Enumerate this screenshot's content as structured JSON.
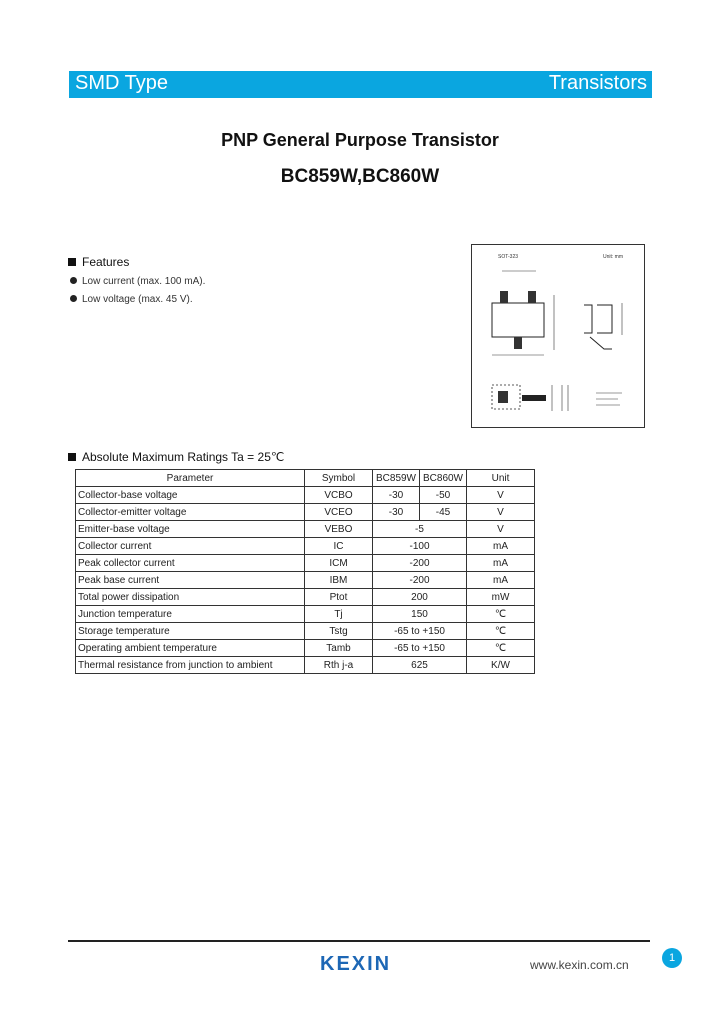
{
  "header": {
    "left": "SMD Type",
    "right": "Transistors"
  },
  "title": {
    "line1": "PNP General Purpose Transistor",
    "line2": "BC859W,BC860W"
  },
  "features": {
    "heading": "Features",
    "items": [
      "Low current (max. 100 mA).",
      "Low voltage (max. 45 V)."
    ]
  },
  "package": {
    "name": "SOT-323",
    "unit": "Unit: mm"
  },
  "ratings": {
    "heading": "Absolute Maximum Ratings Ta = 25℃",
    "columns": [
      "Parameter",
      "Symbol",
      "BC859W",
      "BC860W",
      "Unit"
    ],
    "rows": [
      {
        "param": "Collector-base voltage",
        "symbol": "VCBO",
        "v1": "-30",
        "v2": "-50",
        "unit": "V"
      },
      {
        "param": "Collector-emitter voltage",
        "symbol": "VCEO",
        "v1": "-30",
        "v2": "-45",
        "unit": "V"
      },
      {
        "param": "Emitter-base voltage",
        "symbol": "VEBO",
        "value": "-5",
        "unit": "V"
      },
      {
        "param": "Collector current",
        "symbol": "IC",
        "value": "-100",
        "unit": "mA"
      },
      {
        "param": "Peak collector current",
        "symbol": "ICM",
        "value": "-200",
        "unit": "mA"
      },
      {
        "param": "Peak base current",
        "symbol": "IBM",
        "value": "-200",
        "unit": "mA"
      },
      {
        "param": "Total power dissipation",
        "symbol": "Ptot",
        "value": "200",
        "unit": "mW"
      },
      {
        "param": "Junction temperature",
        "symbol": "Tj",
        "value": "150",
        "unit": "℃"
      },
      {
        "param": "Storage temperature",
        "symbol": "Tstg",
        "value": "-65 to +150",
        "unit": "℃"
      },
      {
        "param": "Operating ambient temperature",
        "symbol": "Tamb",
        "value": "-65 to +150",
        "unit": "℃"
      },
      {
        "param": "Thermal resistance from junction to ambient",
        "symbol": "Rth j-a",
        "value": "625",
        "unit": "K/W"
      }
    ]
  },
  "footer": {
    "logo": "KEXIN",
    "url": "www.kexin.com.cn",
    "page": "1"
  },
  "colors": {
    "accent": "#0aa6e0",
    "logo": "#1d67b5"
  }
}
